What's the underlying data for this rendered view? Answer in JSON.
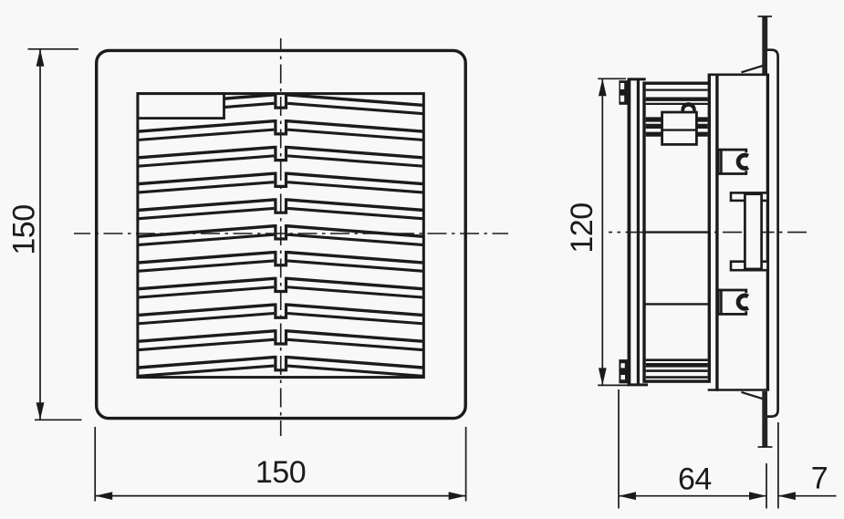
{
  "drawing": {
    "type": "technical-dimensional-drawing",
    "colors": {
      "background": "#f7f8f7",
      "ink": "#1b1b1b"
    },
    "dimensions": {
      "front_width": {
        "value": "150"
      },
      "front_height": {
        "value": "150"
      },
      "side_height": {
        "value": "120"
      },
      "depth": {
        "value": "64"
      },
      "protrusion": {
        "value": "7"
      }
    }
  }
}
